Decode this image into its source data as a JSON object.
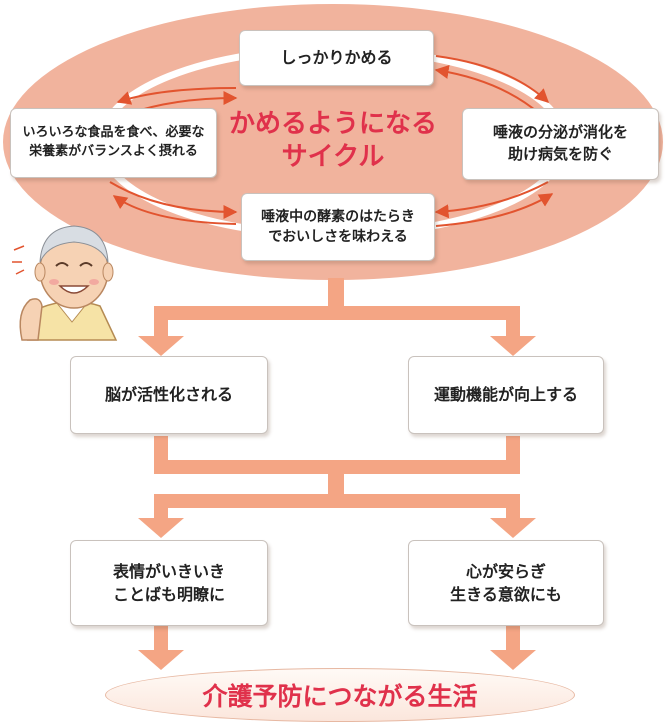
{
  "colors": {
    "ellipse": "#f1b39d",
    "arrow": "#f4a584",
    "accent_red": "#e0314b",
    "cycle_arrow": "#e2542f"
  },
  "cycle": {
    "center_title": "かめるようになる\nサイクル",
    "nodes": {
      "top": "しっかりかめる",
      "right": "唾液の分泌が消化を\n助け病気を防ぐ",
      "bottom": "唾液中の酵素のはたらき\nでおいしさを味わえる",
      "left": "いろいろな食品を食べ、必要な\n栄養素がバランスよく摂れる"
    }
  },
  "effects": {
    "level1": [
      "脳が活性化される",
      "運動機能が向上する"
    ],
    "level2": [
      "表情がいきいき\nことばも明瞭に",
      "心が安らぎ\n生きる意欲にも"
    ]
  },
  "final": "介護予防につながる生活",
  "illustration": {
    "icon": "smiling-elderly-man-icon"
  }
}
